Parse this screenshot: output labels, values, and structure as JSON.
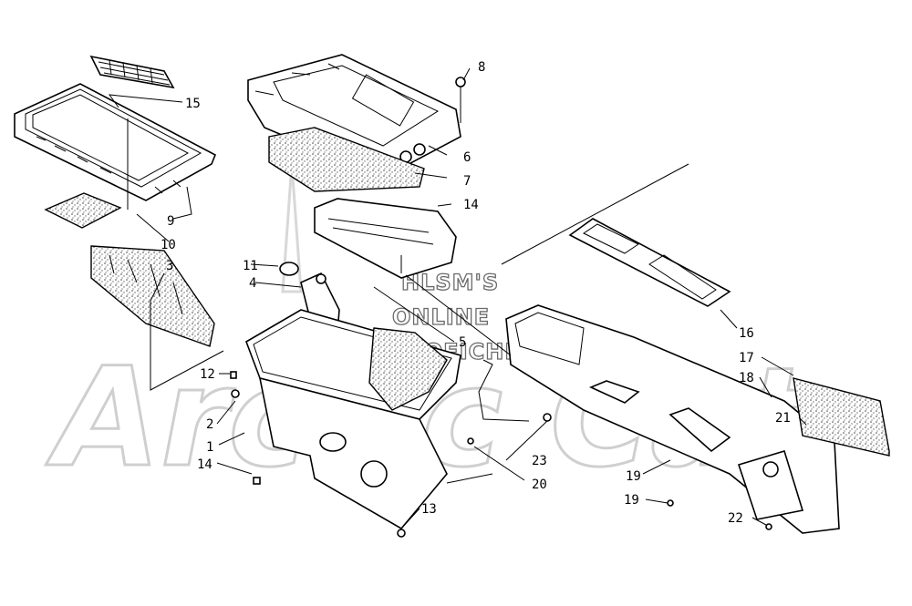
{
  "watermark": {
    "line1": "HLSM'S",
    "line2": "ONLINE",
    "line3": "MICROFICHE",
    "logo_text": "Arctic Cat"
  },
  "callouts": [
    "1",
    "2",
    "3",
    "4",
    "5",
    "6",
    "7",
    "8",
    "9",
    "10",
    "11",
    "12",
    "13",
    "14",
    "15",
    "16",
    "17",
    "18",
    "19",
    "19",
    "20",
    "21",
    "22",
    "22",
    "23"
  ]
}
